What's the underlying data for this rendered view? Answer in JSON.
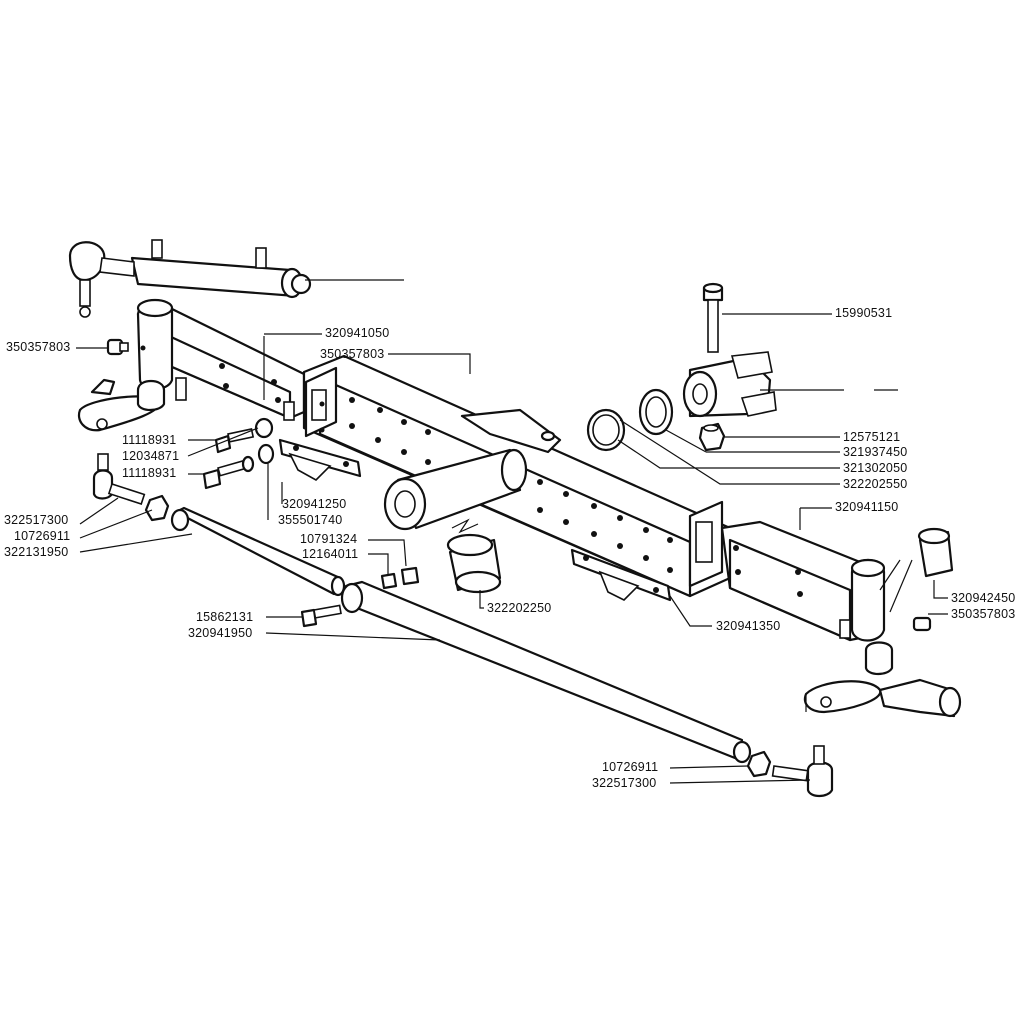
{
  "callouts": {
    "p15990531": "15990531",
    "p320941050": "320941050",
    "p350357803_a": "350357803",
    "p350357803_b": "350357803",
    "p350357803_c": "350357803",
    "p11118931_a": "11118931",
    "p12034871": "12034871",
    "p11118931_b": "11118931",
    "p12575121": "12575121",
    "p321937450": "321937450",
    "p321302050": "321302050",
    "p322202550": "322202550",
    "p320941250": "320941250",
    "p355501740": "355501740",
    "p322517300_a": "322517300",
    "p10726911_a": "10726911",
    "p322131950": "322131950",
    "p10791324": "10791324",
    "p12164011": "12164011",
    "p320941150": "320941150",
    "p320942450": "320942450",
    "p322202250": "322202250",
    "p320941350": "320941350",
    "p15862131": "15862131",
    "p320941950": "320941950",
    "p10726911_b": "10726911",
    "p322517300_b": "322517300"
  }
}
